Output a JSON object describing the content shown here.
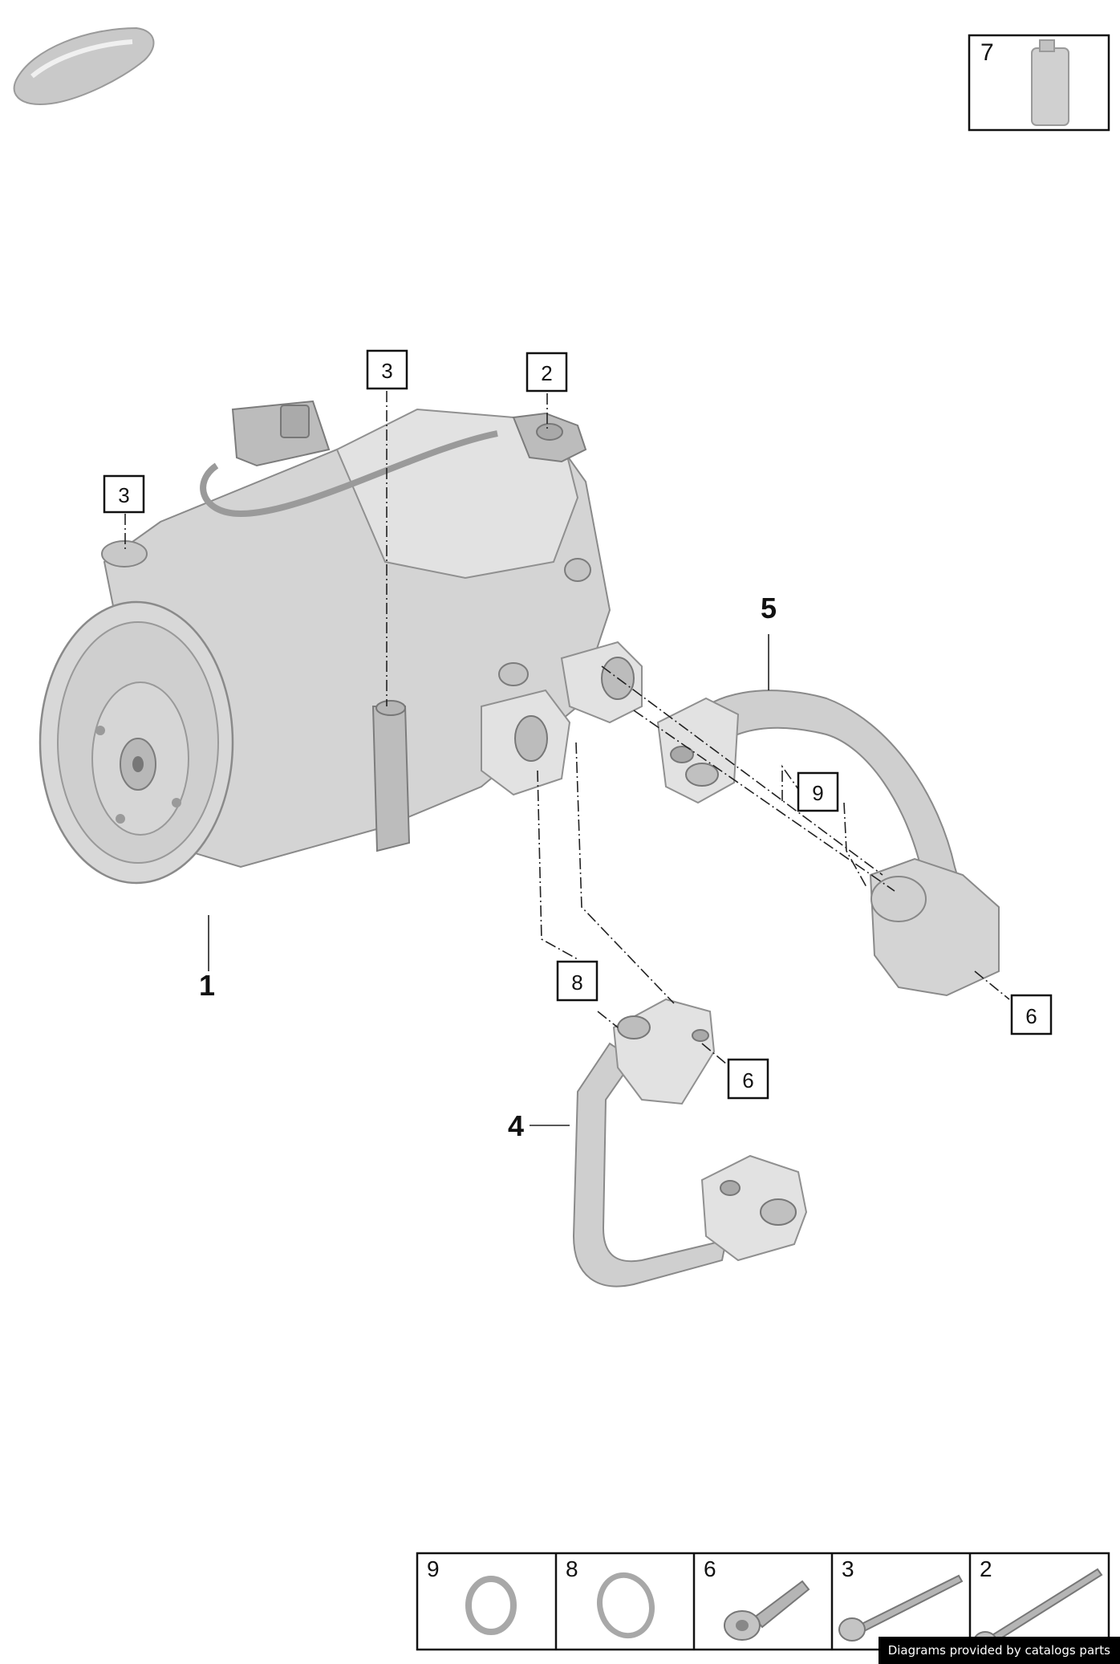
{
  "callouts": {
    "top_compressor_bolt_left": "3",
    "top_compressor_bolt_mid": "3",
    "top_compressor_bolt_right": "2",
    "compressor": "1",
    "suction_line": "5",
    "oring_suction": "9",
    "bolt_suction": "6",
    "pressure_line": "4",
    "oring_pressure": "8",
    "bolt_pressure": "6",
    "oil_bottle": "7"
  },
  "legend": {
    "cells": [
      {
        "number": "9",
        "item": "o-ring"
      },
      {
        "number": "8",
        "item": "o-ring"
      },
      {
        "number": "6",
        "item": "flange-bolt"
      },
      {
        "number": "3",
        "item": "long-bolt"
      },
      {
        "number": "2",
        "item": "long-bolt"
      }
    ]
  },
  "credit": "Diagrams provided by catalogs parts",
  "colors": {
    "part_fill": "#d4d4d4",
    "line": "#222222",
    "credit_bg": "#000000"
  }
}
